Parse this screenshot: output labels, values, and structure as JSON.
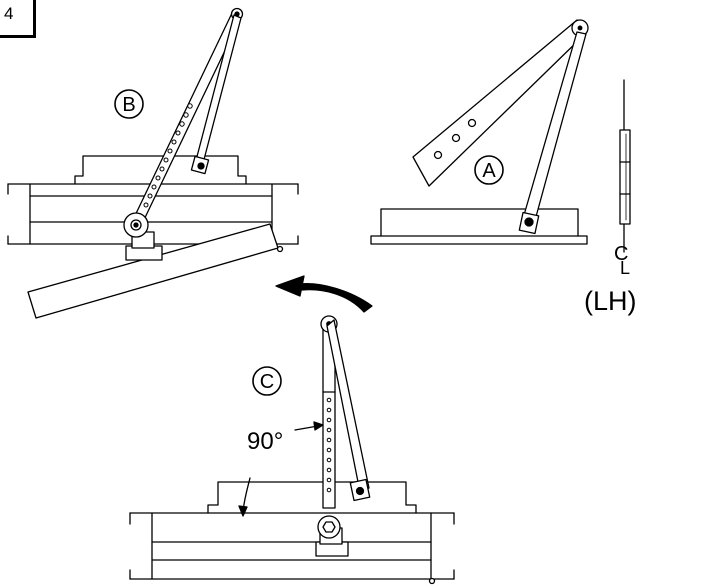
{
  "step_number": "4",
  "labels": {
    "a": "A",
    "b": "B",
    "c": "C",
    "angle": "90°",
    "centerline_c": "C",
    "centerline_l": "L",
    "hand": "(LH)"
  },
  "colors": {
    "ink": "#000000",
    "paper": "#ffffff"
  }
}
